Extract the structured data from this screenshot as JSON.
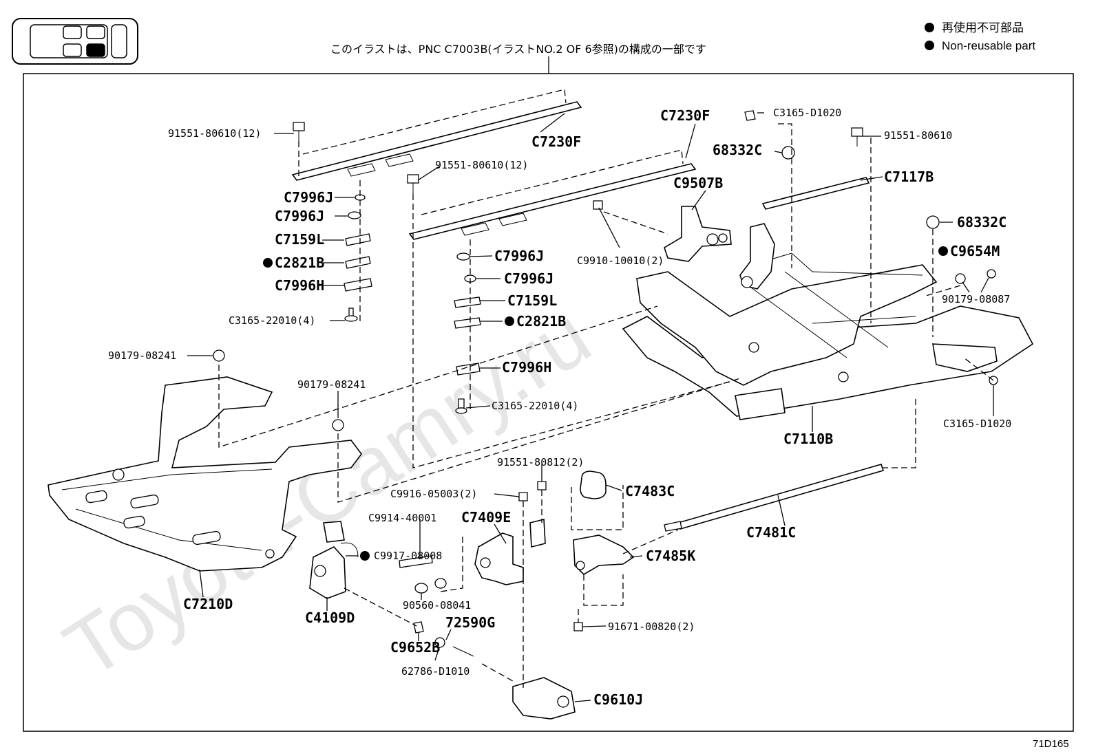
{
  "header": {
    "note": "このイラストは、PNC C7003B(イラストNO.2 OF 6参照)の構成の一部です"
  },
  "legend": {
    "ja": "再使用不可部品",
    "en": "Non-reusable part"
  },
  "figure_code": "71D165",
  "watermark": "Toyota-Camry.ru",
  "labels": {
    "p91551_80610_12_a": "91551-80610(12)",
    "c7230f_a": "C7230F",
    "c7230f_b": "C7230F",
    "c3165_d1020_a": "C3165-D1020",
    "p91551_80610": "91551-80610",
    "p68332c_a": "68332C",
    "p91551_80610_12_b": "91551-80610(12)",
    "c7117b": "C7117B",
    "c9507b": "C9507B",
    "c7996j_a": "C7996J",
    "c7996j_b": "C7996J",
    "c7159l_a": "C7159L",
    "c2821b_a": "C2821B",
    "c7996h_a": "C7996H",
    "c3165_22010_a": "C3165-22010(4)",
    "c9910_10010": "C9910-10010(2)",
    "p68332c_b": "68332C",
    "c9654m": "C9654M",
    "p90179_08087": "90179-08087",
    "c7996j_c": "C7996J",
    "c7996j_d": "C7996J",
    "c7159l_b": "C7159L",
    "c2821b_b": "C2821B",
    "p90179_08241_a": "90179-08241",
    "c7996h_b": "C7996H",
    "p90179_08241_b": "90179-08241",
    "c3165_22010_b": "C3165-22010(4)",
    "c3165_d1020_b": "C3165-D1020",
    "c7110b": "C7110B",
    "p91551_80812": "91551-80812(2)",
    "c9916_05003": "C9916-05003(2)",
    "c7483c": "C7483C",
    "c9914_40001": "C9914-40001",
    "c7409e": "C7409E",
    "c7481c": "C7481C",
    "c9917_08008": "C9917-08008",
    "c7485k": "C7485K",
    "c7210d": "C7210D",
    "p90560_08041": "90560-08041",
    "c4109d": "C4109D",
    "p72590g": "72590G",
    "p91671_00820": "91671-00820(2)",
    "c9652b": "C9652B",
    "p62786_d1010": "62786-D1010",
    "c9610j": "C9610J"
  }
}
